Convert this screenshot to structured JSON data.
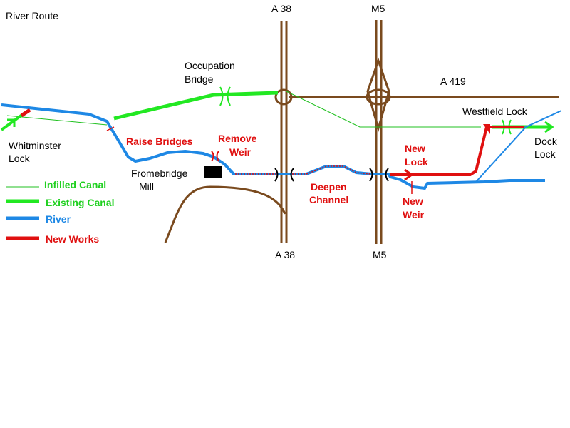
{
  "title": "River Route",
  "roads": {
    "a38_top": "A 38",
    "a38_bottom": "A 38",
    "m5_top": "M5",
    "m5_bottom": "M5",
    "a419": "A 419"
  },
  "places": {
    "occupation_bridge": [
      "Occupation",
      "Bridge"
    ],
    "whitminster_lock": [
      "Whitminster",
      "Lock"
    ],
    "fromebridge_mill": [
      "Fromebridge",
      "Mill"
    ],
    "westfield_lock": "Westfield Lock",
    "dock_lock": [
      "Dock",
      "Lock"
    ]
  },
  "works": {
    "raise_bridges": "Raise Bridges",
    "remove_weir": [
      "Remove",
      "Weir"
    ],
    "deepen_channel": [
      "Deepen",
      "Channel"
    ],
    "new_lock": [
      "New",
      "Lock"
    ],
    "new_weir": [
      "New",
      "Weir"
    ]
  },
  "legend": [
    {
      "label": "Infilled Canal",
      "color": "#20d020",
      "style": "thin"
    },
    {
      "label": "Existing Canal",
      "color": "#20ee20",
      "style": "thick"
    },
    {
      "label": "River",
      "color": "#1e88e5",
      "style": "thick"
    },
    {
      "label": "New Works",
      "color": "#e01010",
      "style": "thick"
    }
  ],
  "colors": {
    "road": "#7a4a1e",
    "canal": "#22e822",
    "infilled": "#20c020",
    "river": "#1e88e5",
    "new_works": "#e01010",
    "mill": "#000000"
  }
}
